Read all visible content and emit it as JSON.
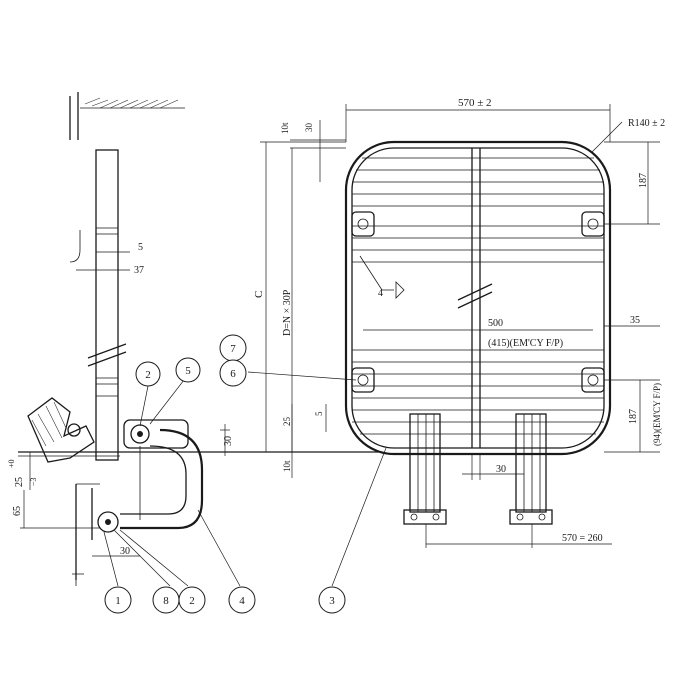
{
  "dimensions": {
    "top_width": "570 ± 2",
    "radius": "R140 ± 2",
    "top_30": "30",
    "top_10t": "10t",
    "right_187_top": "187",
    "left_C": "C",
    "left_pitch": "D=N × 30P",
    "inner_500": "500",
    "emergency": "(415)(EM'CY F/P)",
    "right_35": "35",
    "right_187_bottom": "187",
    "right_emcy": "(94)(EM'CY F/P)",
    "bottom_25": "25",
    "bottom_5": "5",
    "bottom_10t": "10t",
    "bottom_30": "30",
    "bottom_570_260": "570 = 260",
    "side_5": "5",
    "side_37": "37",
    "side_30_bracket": "30",
    "side_25": "25",
    "side_tol_top": "+0",
    "side_tol_bottom": "−3",
    "side_65": "65",
    "side_30_bottom": "30"
  },
  "balloons": {
    "b1": "1",
    "b2a": "2",
    "b2b": "2",
    "b3": "3",
    "b4": "4",
    "b5": "5",
    "b6": "6",
    "b7": "7",
    "b8": "8",
    "arrow_4": "4"
  }
}
